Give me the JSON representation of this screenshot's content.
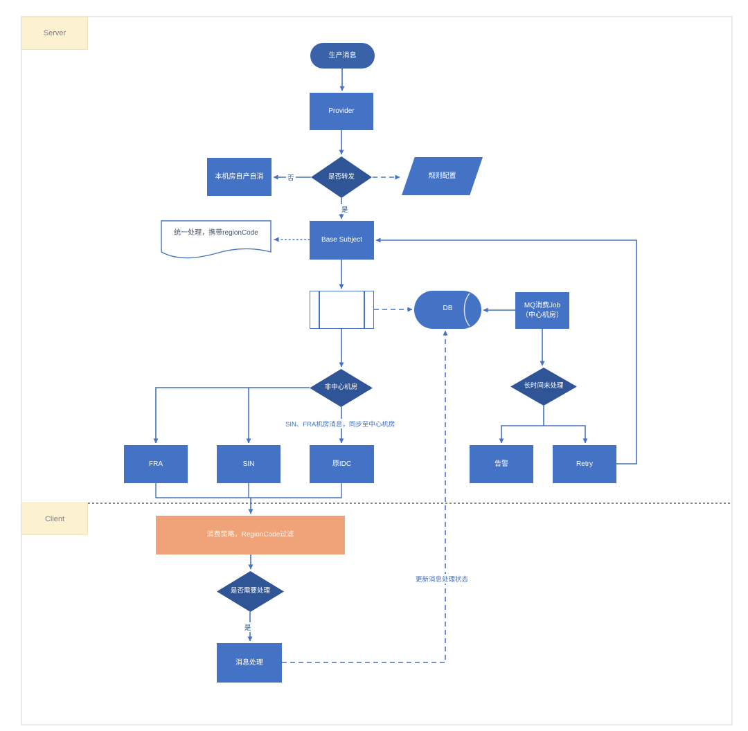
{
  "lanes": {
    "server": {
      "label": "Server"
    },
    "client": {
      "label": "Client"
    }
  },
  "nodes": {
    "start": {
      "label": "生产消息"
    },
    "provider": {
      "label": "Provider"
    },
    "decision_forward": {
      "label": "是否转发"
    },
    "self_consume": {
      "label": "本机房自产自消"
    },
    "rule_config": {
      "label": "规则配置"
    },
    "doc_note": {
      "label": "统一处理，携带regionCode"
    },
    "base_subject": {
      "label": "Base Subject"
    },
    "db": {
      "label": "DB"
    },
    "mq_job": {
      "lines": [
        "MQ消费Job",
        "（中心机房）"
      ]
    },
    "decision_noncentral": {
      "label": "非中心机房"
    },
    "fra": {
      "label": "FRA"
    },
    "sin": {
      "label": "SIN"
    },
    "origin_idc": {
      "label": "原IDC"
    },
    "decision_timeout": {
      "label": "长时间未处理"
    },
    "alert": {
      "label": "告警"
    },
    "retry": {
      "label": "Retry"
    },
    "consume_strategy": {
      "label": "消费策略，RegionCode过滤"
    },
    "decision_need": {
      "label": "是否需要处理"
    },
    "message_process": {
      "label": "消息处理"
    }
  },
  "edge_labels": {
    "no": "否",
    "yes_forward": "是",
    "yes_process": "是",
    "sync_note": "SIN、FRA机房消息，同步至中心机房",
    "update_status": "更新消息处理状态"
  },
  "colors": {
    "node_blue": "#4472C4",
    "diamond_blue": "#2F5597",
    "start_blue": "#3A62A8",
    "line_blue": "#4472C4",
    "orange": "#F0A378",
    "lane_fill": "#FCF2D2",
    "lane_border": "#F0E2BB",
    "lane_text": "#7F7F7F",
    "doc_text": "#44546A",
    "divider": "#3C3C3C",
    "page_border": "#E9E9E9",
    "cyl_seam": "#D9E2F3"
  }
}
